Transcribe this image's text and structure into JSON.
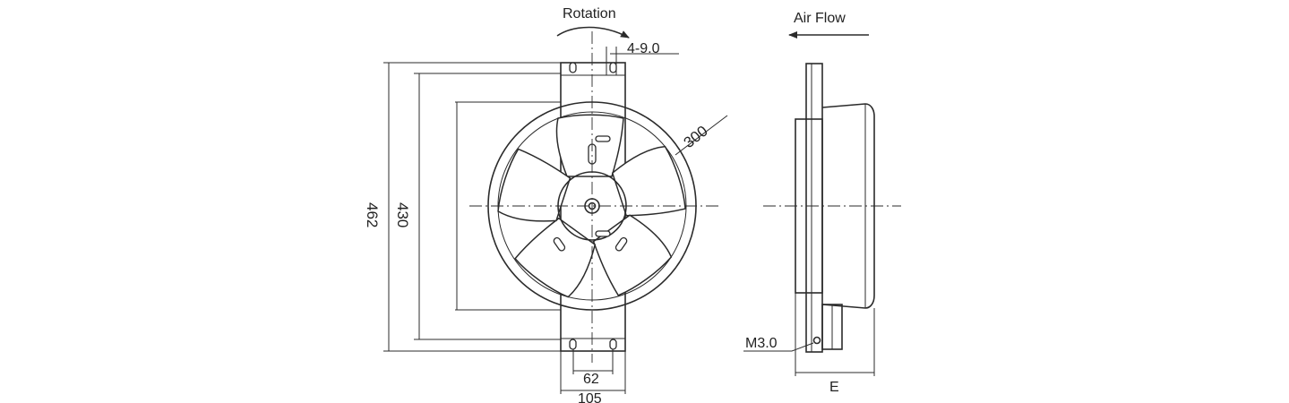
{
  "drawing": {
    "front_view": {
      "rotation_label": "Rotation",
      "mount_hole_label": "4-9.0",
      "diameter_label": "300",
      "height_outer_label": "462",
      "height_inner_label": "430",
      "width_inner_label": "62",
      "width_outer_label": "105"
    },
    "side_view": {
      "airflow_label": "Air Flow",
      "terminal_label": "M3.0",
      "depth_label": "E"
    }
  }
}
